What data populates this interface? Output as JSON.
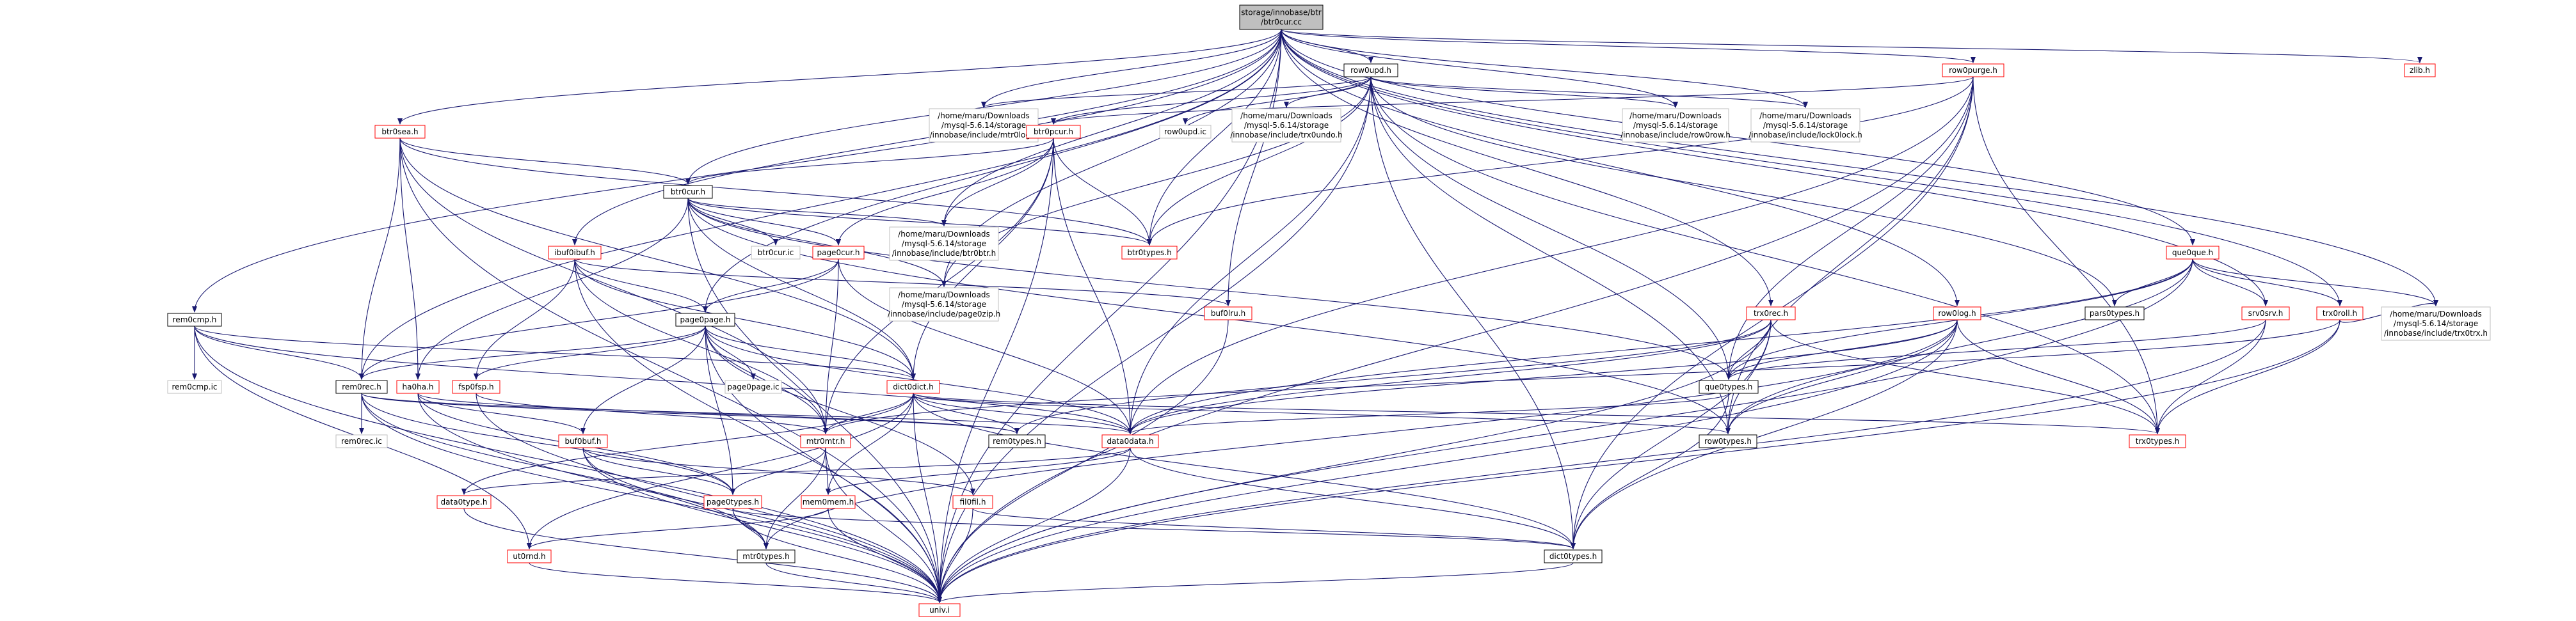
{
  "colors": {
    "edge": "#191970",
    "border_red": "#ff0000",
    "border_black": "#000000",
    "border_gray": "#bfbfbf",
    "fill_root": "#bfbfbf",
    "fill_node": "#ffffff",
    "text": "#000000"
  },
  "nodes": [
    {
      "id": "root",
      "lines": [
        "storage/innobase/btr",
        "/btr0cur.cc"
      ],
      "style": "root"
    },
    {
      "id": "row0upd_h",
      "lines": [
        "row0upd.h"
      ],
      "style": "black"
    },
    {
      "id": "row0purge_h",
      "lines": [
        "row0purge.h"
      ],
      "style": "red"
    },
    {
      "id": "zlib_h",
      "lines": [
        "zlib.h"
      ],
      "style": "red"
    },
    {
      "id": "btr0sea_h",
      "lines": [
        "btr0sea.h"
      ],
      "style": "red"
    },
    {
      "id": "mtr0log_h",
      "lines": [
        "/home/maru/Downloads",
        "/mysql-5.6.14/storage",
        "/innobase/include/mtr0log.h"
      ],
      "style": "gray"
    },
    {
      "id": "btr0pcur_h",
      "lines": [
        "btr0pcur.h"
      ],
      "style": "red"
    },
    {
      "id": "row0upd_ic",
      "lines": [
        "row0upd.ic"
      ],
      "style": "gray"
    },
    {
      "id": "trx0undo_h",
      "lines": [
        "/home/maru/Downloads",
        "/mysql-5.6.14/storage",
        "/innobase/include/trx0undo.h"
      ],
      "style": "gray"
    },
    {
      "id": "row0row_h",
      "lines": [
        "/home/maru/Downloads",
        "/mysql-5.6.14/storage",
        "/innobase/include/row0row.h"
      ],
      "style": "gray"
    },
    {
      "id": "lock0lock_h",
      "lines": [
        "/home/maru/Downloads",
        "/mysql-5.6.14/storage",
        "/innobase/include/lock0lock.h"
      ],
      "style": "gray"
    },
    {
      "id": "btr0cur_h",
      "lines": [
        "btr0cur.h"
      ],
      "style": "black"
    },
    {
      "id": "btr0cur_ic",
      "lines": [
        "btr0cur.ic"
      ],
      "style": "gray"
    },
    {
      "id": "btr0btr_h",
      "lines": [
        "/home/maru/Downloads",
        "/mysql-5.6.14/storage",
        "/innobase/include/btr0btr.h"
      ],
      "style": "gray"
    },
    {
      "id": "btr0types_h",
      "lines": [
        "btr0types.h"
      ],
      "style": "red"
    },
    {
      "id": "page0cur_h",
      "lines": [
        "page0cur.h"
      ],
      "style": "red"
    },
    {
      "id": "ibuf0ibuf_h",
      "lines": [
        "ibuf0ibuf.h"
      ],
      "style": "red"
    },
    {
      "id": "page0zip_h",
      "lines": [
        "/home/maru/Downloads",
        "/mysql-5.6.14/storage",
        "/innobase/include/page0zip.h"
      ],
      "style": "gray"
    },
    {
      "id": "buf0lru_h",
      "lines": [
        "buf0lru.h"
      ],
      "style": "red"
    },
    {
      "id": "que0que_h",
      "lines": [
        "que0que.h"
      ],
      "style": "red"
    },
    {
      "id": "pars0types_h",
      "lines": [
        "pars0types.h"
      ],
      "style": "black"
    },
    {
      "id": "srv0srv_h",
      "lines": [
        "srv0srv.h"
      ],
      "style": "red"
    },
    {
      "id": "trx0roll_h",
      "lines": [
        "trx0roll.h"
      ],
      "style": "red"
    },
    {
      "id": "trx0trx_h",
      "lines": [
        "/home/maru/Downloads",
        "/mysql-5.6.14/storage",
        "/innobase/include/trx0trx.h"
      ],
      "style": "gray"
    },
    {
      "id": "trx0rec_h",
      "lines": [
        "trx0rec.h"
      ],
      "style": "red"
    },
    {
      "id": "row0log_h",
      "lines": [
        "row0log.h"
      ],
      "style": "red"
    },
    {
      "id": "rem0cmp_h",
      "lines": [
        "rem0cmp.h"
      ],
      "style": "black"
    },
    {
      "id": "rem0cmp_ic",
      "lines": [
        "rem0cmp.ic"
      ],
      "style": "gray"
    },
    {
      "id": "page0page_h",
      "lines": [
        "page0page.h"
      ],
      "style": "black"
    },
    {
      "id": "page0page_ic",
      "lines": [
        "page0page.ic"
      ],
      "style": "gray"
    },
    {
      "id": "fsp0fsp_h",
      "lines": [
        "fsp0fsp.h"
      ],
      "style": "red"
    },
    {
      "id": "ha0ha_h",
      "lines": [
        "ha0ha.h"
      ],
      "style": "red"
    },
    {
      "id": "rem0rec_h",
      "lines": [
        "rem0rec.h"
      ],
      "style": "black"
    },
    {
      "id": "rem0rec_ic",
      "lines": [
        "rem0rec.ic"
      ],
      "style": "gray"
    },
    {
      "id": "dict0dict_h",
      "lines": [
        "dict0dict.h"
      ],
      "style": "red"
    },
    {
      "id": "que0types_h",
      "lines": [
        "que0types.h"
      ],
      "style": "black"
    },
    {
      "id": "buf0buf_h",
      "lines": [
        "buf0buf.h"
      ],
      "style": "red"
    },
    {
      "id": "mtr0mtr_h",
      "lines": [
        "mtr0mtr.h"
      ],
      "style": "red"
    },
    {
      "id": "rem0types_h",
      "lines": [
        "rem0types.h"
      ],
      "style": "black"
    },
    {
      "id": "data0data_h",
      "lines": [
        "data0data.h"
      ],
      "style": "red"
    },
    {
      "id": "row0types_h",
      "lines": [
        "row0types.h"
      ],
      "style": "black"
    },
    {
      "id": "trx0types_h",
      "lines": [
        "trx0types.h"
      ],
      "style": "red"
    },
    {
      "id": "data0type_h",
      "lines": [
        "data0type.h"
      ],
      "style": "red"
    },
    {
      "id": "page0types_h",
      "lines": [
        "page0types.h"
      ],
      "style": "red"
    },
    {
      "id": "mem0mem_h",
      "lines": [
        "mem0mem.h"
      ],
      "style": "red"
    },
    {
      "id": "fil0fil_h",
      "lines": [
        "fil0fil.h"
      ],
      "style": "red"
    },
    {
      "id": "ut0rnd_h",
      "lines": [
        "ut0rnd.h"
      ],
      "style": "red"
    },
    {
      "id": "mtr0types_h",
      "lines": [
        "mtr0types.h"
      ],
      "style": "black"
    },
    {
      "id": "dict0types_h",
      "lines": [
        "dict0types.h"
      ],
      "style": "black"
    },
    {
      "id": "univ_i",
      "lines": [
        "univ.i"
      ],
      "style": "red"
    }
  ],
  "edges": [
    [
      "root",
      "row0upd_h"
    ],
    [
      "root",
      "row0purge_h"
    ],
    [
      "root",
      "zlib_h"
    ],
    [
      "root",
      "btr0sea_h"
    ],
    [
      "root",
      "mtr0log_h"
    ],
    [
      "root",
      "btr0cur_h"
    ],
    [
      "root",
      "btr0btr_h"
    ],
    [
      "root",
      "btr0types_h"
    ],
    [
      "root",
      "page0page_h"
    ],
    [
      "root",
      "page0zip_h"
    ],
    [
      "root",
      "rem0cmp_h"
    ],
    [
      "root",
      "rem0rec_h"
    ],
    [
      "root",
      "ibuf0ibuf_h"
    ],
    [
      "root",
      "buf0lru_h"
    ],
    [
      "root",
      "que0que_h"
    ],
    [
      "root",
      "srv0srv_h"
    ],
    [
      "root",
      "trx0roll_h"
    ],
    [
      "root",
      "trx0rec_h"
    ],
    [
      "root",
      "row0log_h"
    ],
    [
      "root",
      "lock0lock_h"
    ],
    [
      "root",
      "row0row_h"
    ],
    [
      "root",
      "trx0trx_h"
    ],
    [
      "root",
      "univ_i"
    ],
    [
      "row0upd_h",
      "mtr0log_h"
    ],
    [
      "row0upd_h",
      "btr0pcur_h"
    ],
    [
      "row0upd_h",
      "row0upd_ic"
    ],
    [
      "row0upd_h",
      "trx0undo_h"
    ],
    [
      "row0upd_h",
      "row0row_h"
    ],
    [
      "row0upd_h",
      "lock0lock_h"
    ],
    [
      "row0upd_h",
      "btr0types_h"
    ],
    [
      "row0upd_h",
      "data0data_h"
    ],
    [
      "row0upd_h",
      "dict0types_h"
    ],
    [
      "row0upd_h",
      "trx0types_h"
    ],
    [
      "row0upd_h",
      "que0types_h"
    ],
    [
      "row0upd_h",
      "row0types_h"
    ],
    [
      "row0upd_h",
      "pars0types_h"
    ],
    [
      "row0upd_h",
      "univ_i"
    ],
    [
      "row0upd_h",
      "page0zip_h"
    ],
    [
      "row0purge_h",
      "btr0pcur_h"
    ],
    [
      "row0purge_h",
      "btr0types_h"
    ],
    [
      "row0purge_h",
      "data0data_h"
    ],
    [
      "row0purge_h",
      "dict0types_h"
    ],
    [
      "row0purge_h",
      "que0types_h"
    ],
    [
      "row0purge_h",
      "row0types_h"
    ],
    [
      "row0purge_h",
      "trx0types_h"
    ],
    [
      "row0purge_h",
      "univ_i"
    ],
    [
      "btr0sea_h",
      "btr0cur_h"
    ],
    [
      "btr0sea_h",
      "btr0types_h"
    ],
    [
      "btr0sea_h",
      "rem0rec_h"
    ],
    [
      "btr0sea_h",
      "dict0dict_h"
    ],
    [
      "btr0sea_h",
      "mtr0mtr_h"
    ],
    [
      "btr0sea_h",
      "ha0ha_h"
    ],
    [
      "btr0sea_h",
      "univ_i"
    ],
    [
      "btr0pcur_h",
      "btr0cur_h"
    ],
    [
      "btr0pcur_h",
      "btr0btr_h"
    ],
    [
      "btr0pcur_h",
      "btr0types_h"
    ],
    [
      "btr0pcur_h",
      "page0cur_h"
    ],
    [
      "btr0pcur_h",
      "dict0dict_h"
    ],
    [
      "btr0pcur_h",
      "data0data_h"
    ],
    [
      "btr0pcur_h",
      "mtr0mtr_h"
    ],
    [
      "btr0pcur_h",
      "univ_i"
    ],
    [
      "btr0cur_h",
      "btr0cur_ic"
    ],
    [
      "btr0cur_h",
      "btr0btr_h"
    ],
    [
      "btr0cur_h",
      "btr0types_h"
    ],
    [
      "btr0cur_h",
      "page0cur_h"
    ],
    [
      "btr0cur_h",
      "dict0dict_h"
    ],
    [
      "btr0cur_h",
      "que0types_h"
    ],
    [
      "btr0cur_h",
      "row0types_h"
    ],
    [
      "btr0cur_h",
      "ha0ha_h"
    ],
    [
      "btr0cur_h",
      "univ_i"
    ],
    [
      "btr0cur_h",
      "page0zip_h"
    ],
    [
      "page0cur_h",
      "page0page_h"
    ],
    [
      "page0cur_h",
      "rem0rec_h"
    ],
    [
      "page0cur_h",
      "data0data_h"
    ],
    [
      "page0cur_h",
      "mtr0mtr_h"
    ],
    [
      "ibuf0ibuf_h",
      "page0page_h"
    ],
    [
      "ibuf0ibuf_h",
      "buf0lru_h"
    ],
    [
      "ibuf0ibuf_h",
      "fsp0fsp_h"
    ],
    [
      "ibuf0ibuf_h",
      "mtr0mtr_h"
    ],
    [
      "ibuf0ibuf_h",
      "dict0dict_h"
    ],
    [
      "ibuf0ibuf_h",
      "univ_i"
    ],
    [
      "buf0lru_h",
      "univ_i"
    ],
    [
      "que0que_h",
      "pars0types_h"
    ],
    [
      "que0que_h",
      "srv0srv_h"
    ],
    [
      "que0que_h",
      "trx0roll_h"
    ],
    [
      "que0que_h",
      "trx0trx_h"
    ],
    [
      "que0que_h",
      "que0types_h"
    ],
    [
      "que0que_h",
      "data0data_h"
    ],
    [
      "que0que_h",
      "row0types_h"
    ],
    [
      "que0que_h",
      "univ_i"
    ],
    [
      "srv0srv_h",
      "que0types_h"
    ],
    [
      "srv0srv_h",
      "trx0types_h"
    ],
    [
      "srv0srv_h",
      "univ_i"
    ],
    [
      "trx0roll_h",
      "trx0trx_h"
    ],
    [
      "trx0roll_h",
      "trx0types_h"
    ],
    [
      "trx0roll_h",
      "mtr0mtr_h"
    ],
    [
      "trx0roll_h",
      "univ_i"
    ],
    [
      "trx0rec_h",
      "que0types_h"
    ],
    [
      "trx0rec_h",
      "row0types_h"
    ],
    [
      "trx0rec_h",
      "dict0types_h"
    ],
    [
      "trx0rec_h",
      "trx0types_h"
    ],
    [
      "trx0rec_h",
      "data0data_h"
    ],
    [
      "trx0rec_h",
      "rem0types_h"
    ],
    [
      "trx0rec_h",
      "univ_i"
    ],
    [
      "row0log_h",
      "que0types_h"
    ],
    [
      "row0log_h",
      "row0types_h"
    ],
    [
      "row0log_h",
      "dict0types_h"
    ],
    [
      "row0log_h",
      "trx0types_h"
    ],
    [
      "row0log_h",
      "data0data_h"
    ],
    [
      "row0log_h",
      "mtr0types_h"
    ],
    [
      "row0log_h",
      "univ_i"
    ],
    [
      "rem0cmp_h",
      "rem0cmp_ic"
    ],
    [
      "rem0cmp_h",
      "rem0rec_h"
    ],
    [
      "rem0cmp_h",
      "dict0dict_h"
    ],
    [
      "rem0cmp_h",
      "data0data_h"
    ],
    [
      "rem0cmp_h",
      "univ_i"
    ],
    [
      "rem0cmp_h",
      "ut0rnd_h"
    ],
    [
      "page0page_h",
      "page0page_ic"
    ],
    [
      "page0page_h",
      "fsp0fsp_h"
    ],
    [
      "page0page_h",
      "rem0rec_h"
    ],
    [
      "page0page_h",
      "dict0dict_h"
    ],
    [
      "page0page_h",
      "buf0buf_h"
    ],
    [
      "page0page_h",
      "mtr0mtr_h"
    ],
    [
      "page0page_h",
      "data0data_h"
    ],
    [
      "page0page_h",
      "fil0fil_h"
    ],
    [
      "page0page_h",
      "page0types_h"
    ],
    [
      "page0page_h",
      "univ_i"
    ],
    [
      "fsp0fsp_h",
      "mtr0mtr_h"
    ],
    [
      "fsp0fsp_h",
      "univ_i"
    ],
    [
      "ha0ha_h",
      "page0types_h"
    ],
    [
      "ha0ha_h",
      "buf0buf_h"
    ],
    [
      "ha0ha_h",
      "rem0types_h"
    ],
    [
      "ha0ha_h",
      "univ_i"
    ],
    [
      "rem0rec_h",
      "rem0rec_ic"
    ],
    [
      "rem0rec_h",
      "rem0types_h"
    ],
    [
      "rem0rec_h",
      "data0data_h"
    ],
    [
      "rem0rec_h",
      "mtr0types_h"
    ],
    [
      "rem0rec_h",
      "page0types_h"
    ],
    [
      "rem0rec_h",
      "univ_i"
    ],
    [
      "dict0dict_h",
      "data0type_h"
    ],
    [
      "dict0dict_h",
      "data0data_h"
    ],
    [
      "dict0dict_h",
      "mem0mem_h"
    ],
    [
      "dict0dict_h",
      "rem0types_h"
    ],
    [
      "dict0dict_h",
      "mtr0mtr_h"
    ],
    [
      "dict0dict_h",
      "ut0rnd_h"
    ],
    [
      "dict0dict_h",
      "dict0types_h"
    ],
    [
      "dict0dict_h",
      "univ_i"
    ],
    [
      "dict0dict_h",
      "row0types_h"
    ],
    [
      "dict0dict_h",
      "trx0types_h"
    ],
    [
      "que0types_h",
      "data0data_h"
    ],
    [
      "que0types_h",
      "dict0types_h"
    ],
    [
      "buf0buf_h",
      "fil0fil_h"
    ],
    [
      "buf0buf_h",
      "mtr0types_h"
    ],
    [
      "buf0buf_h",
      "page0types_h"
    ],
    [
      "buf0buf_h",
      "univ_i"
    ],
    [
      "mtr0mtr_h",
      "mem0mem_h"
    ],
    [
      "mtr0mtr_h",
      "mtr0types_h"
    ],
    [
      "mtr0mtr_h",
      "page0types_h"
    ],
    [
      "mtr0mtr_h",
      "univ_i"
    ],
    [
      "data0data_h",
      "data0type_h"
    ],
    [
      "data0data_h",
      "mem0mem_h"
    ],
    [
      "data0data_h",
      "dict0types_h"
    ],
    [
      "data0data_h",
      "univ_i"
    ],
    [
      "data0type_h",
      "univ_i"
    ],
    [
      "page0types_h",
      "mtr0types_h"
    ],
    [
      "page0types_h",
      "univ_i"
    ],
    [
      "page0types_h",
      "dict0types_h"
    ],
    [
      "mem0mem_h",
      "ut0rnd_h"
    ],
    [
      "mem0mem_h",
      "univ_i"
    ],
    [
      "fil0fil_h",
      "dict0types_h"
    ],
    [
      "fil0fil_h",
      "univ_i"
    ],
    [
      "ut0rnd_h",
      "univ_i"
    ],
    [
      "mtr0types_h",
      "univ_i"
    ],
    [
      "dict0types_h",
      "univ_i"
    ]
  ]
}
